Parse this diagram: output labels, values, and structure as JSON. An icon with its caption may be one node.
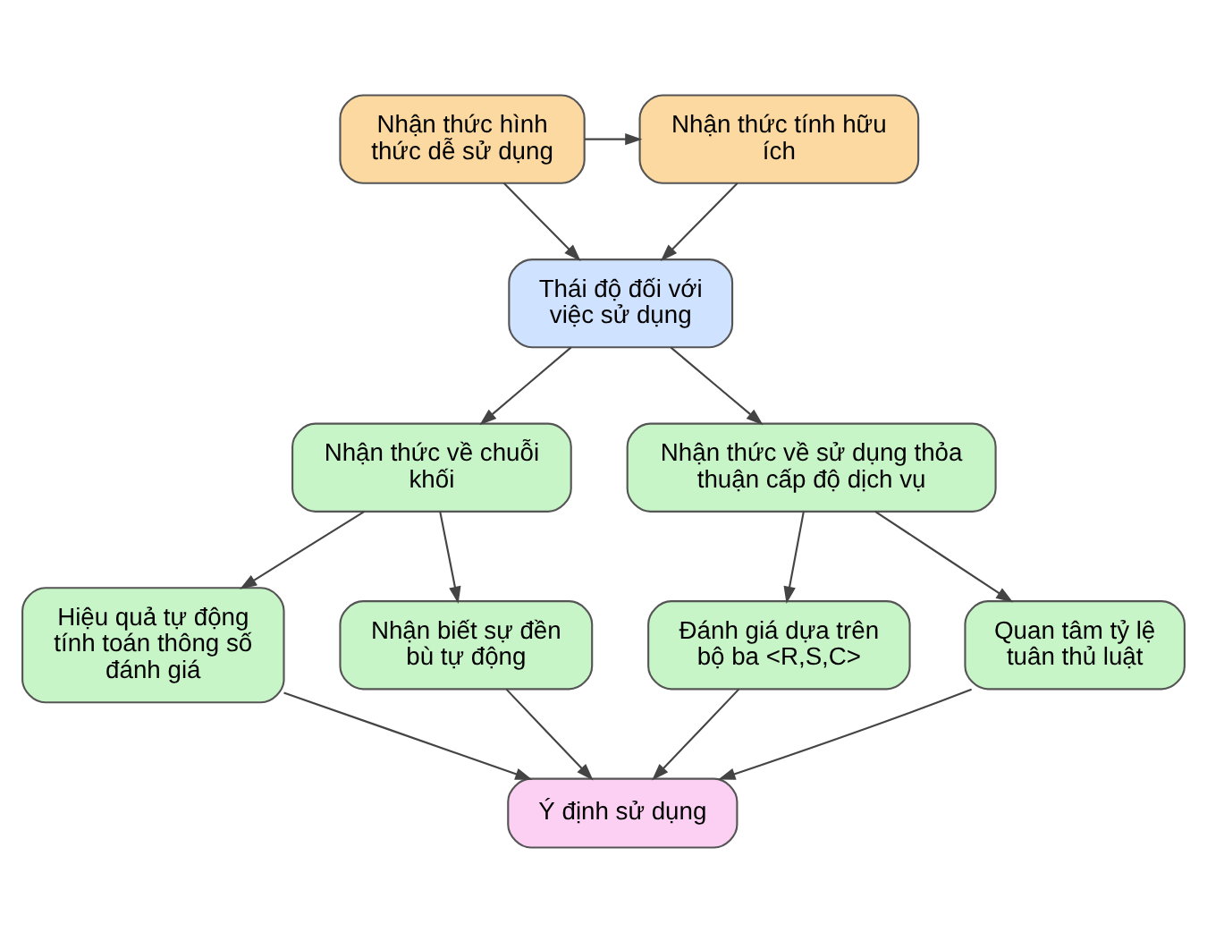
{
  "diagram": {
    "nodes": [
      {
        "text": [
          "Nhận thức hình thức dễ sử dụng"
        ]
      },
      {
        "text": [
          "Nhận thức tính hữu ích"
        ]
      },
      {
        "text": [
          "Thái độ đối với việc sử dụng"
        ]
      },
      {
        "text": [
          "Nhận thức về chuỗi khối"
        ]
      },
      {
        "text": [
          "Nhận thức về sử dụng thỏa thuận cấp độ dịch vụ"
        ]
      },
      {
        "text": [
          "Hiệu quả tự động tính toán thông số đánh giá"
        ]
      },
      {
        "text": [
          "Nhận biết sự đền bù tự động"
        ]
      },
      {
        "text": [
          "Đánh giá dựa trên bộ ba <R,S,C>"
        ]
      },
      {
        "text": [
          "Quan tâm tỷ lệ tuân thủ luật"
        ]
      },
      {
        "text": [
          "Ý định sử dụng"
        ]
      }
    ],
    "edges": [
      {
        "from": 0,
        "to": 1,
        "arrow": "to"
      },
      {
        "from": 0,
        "to": 2,
        "arrow": "to"
      },
      {
        "from": 1,
        "to": 2,
        "arrow": "to"
      },
      {
        "from": 2,
        "to": 3,
        "arrow": "to"
      },
      {
        "from": 2,
        "to": 4,
        "arrow": "to"
      },
      {
        "from": 3,
        "to": 5,
        "arrow": "to"
      },
      {
        "from": 3,
        "to": 6,
        "arrow": "to"
      },
      {
        "from": 4,
        "to": 7,
        "arrow": "to"
      },
      {
        "from": 4,
        "to": 8,
        "arrow": "to"
      },
      {
        "from": 5,
        "to": 9,
        "arrow": "to"
      },
      {
        "from": 6,
        "to": 9,
        "arrow": "to"
      },
      {
        "from": 7,
        "to": 9,
        "arrow": "to"
      },
      {
        "from": 8,
        "to": 9,
        "arrow": "to"
      }
    ]
  }
}
